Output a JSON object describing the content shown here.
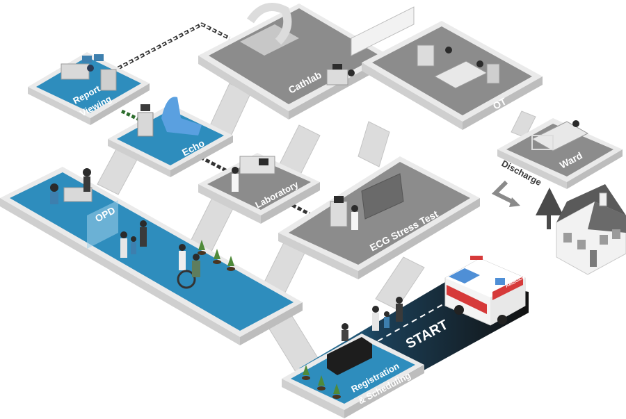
{
  "labels": {
    "report_viewing_line1": "Report",
    "report_viewing_line2": "Viewing",
    "echo": "Echo",
    "opd": "OPD",
    "cathlab": "Cathlab",
    "ot": "OT",
    "laboratory": "Laboratory",
    "ecg_stress_test": "ECG Stress Test",
    "ward": "Ward",
    "discharge": "Discharge",
    "registration_line1": "Registration",
    "registration_line2": "& Scheduling",
    "start": "START",
    "ambulance": "AMBULANCE"
  },
  "colors": {
    "blue_floor": "#2e8dbd",
    "blue_floor_dark": "#1f6f99",
    "gray_floor": "#8c8c8c",
    "gray_floor_dark": "#6a6a6a",
    "platform_edge": "#eaeaea",
    "stairs": "#d9d9d9",
    "road": "#161616"
  }
}
